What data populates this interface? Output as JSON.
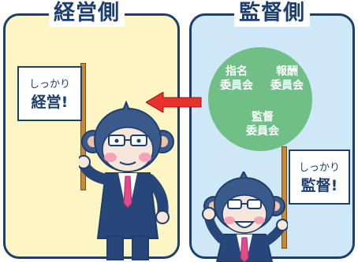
{
  "left_panel": {
    "title": "経営側",
    "sign_line1": "しっかり",
    "sign_line2": "経営!"
  },
  "right_panel": {
    "title": "監督側",
    "committees": [
      "指名\n委員会",
      "報酬\n委員会",
      "監督\n委員会"
    ],
    "sign_line1": "しっかり",
    "sign_line2": "監督!"
  },
  "colors": {
    "left_bg": "#fdf6c4",
    "right_bg": "#cfe8f7",
    "circle": "#6fbf86",
    "arrow": "#e8322b",
    "outline": "#1d3f6e"
  }
}
